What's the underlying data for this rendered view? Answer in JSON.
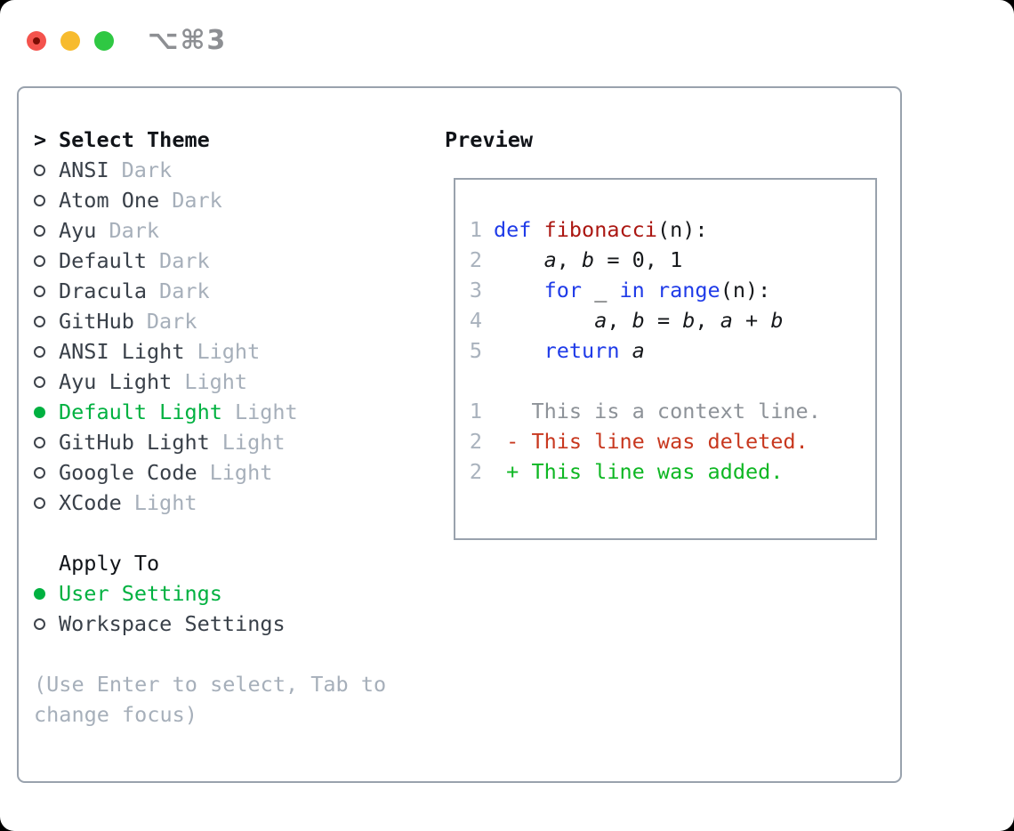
{
  "window": {
    "title": "⌥⌘3"
  },
  "colors": {
    "selected_green": "#00b140",
    "added_green": "#0eb723",
    "deleted_red": "#c8381f",
    "keyword_blue": "#1f3be8",
    "function_dark_red": "#ab1712",
    "muted_gray": "#a6afba",
    "panel_border": "#99a2ad",
    "traffic_red": "#f4534d",
    "traffic_yellow": "#f7bb2e",
    "traffic_green": "#2fc843"
  },
  "theme_panel": {
    "header": {
      "marker": ">",
      "label": "Select Theme"
    },
    "themes": [
      {
        "name": "ANSI",
        "variant": "Dark",
        "selected": false
      },
      {
        "name": "Atom One",
        "variant": "Dark",
        "selected": false
      },
      {
        "name": "Ayu",
        "variant": "Dark",
        "selected": false
      },
      {
        "name": "Default",
        "variant": "Dark",
        "selected": false
      },
      {
        "name": "Dracula",
        "variant": "Dark",
        "selected": false
      },
      {
        "name": "GitHub",
        "variant": "Dark",
        "selected": false
      },
      {
        "name": "ANSI Light",
        "variant": "Light",
        "selected": false
      },
      {
        "name": "Ayu Light",
        "variant": "Light",
        "selected": false
      },
      {
        "name": "Default Light",
        "variant": "Light",
        "selected": true
      },
      {
        "name": "GitHub Light",
        "variant": "Light",
        "selected": false
      },
      {
        "name": "Google Code",
        "variant": "Light",
        "selected": false
      },
      {
        "name": "XCode",
        "variant": "Light",
        "selected": false
      }
    ],
    "apply_to": {
      "label": "Apply To",
      "options": [
        {
          "label": "User Settings",
          "selected": true
        },
        {
          "label": "Workspace Settings",
          "selected": false
        }
      ]
    },
    "hint_lines": [
      "(Use Enter to select, Tab to",
      "change focus)"
    ]
  },
  "preview": {
    "title": "Preview",
    "lines": [
      {
        "num": "1",
        "seg": [
          {
            "t": "def",
            "c": "kw"
          },
          {
            "t": " ",
            "c": "pl"
          },
          {
            "t": "fibonacci",
            "c": "fn"
          },
          {
            "t": "(n):",
            "c": "pl"
          }
        ]
      },
      {
        "num": "2",
        "seg": [
          {
            "t": "    ",
            "c": "pl"
          },
          {
            "t": "a",
            "c": "pl",
            "i": true
          },
          {
            "t": ", ",
            "c": "pl"
          },
          {
            "t": "b",
            "c": "pl",
            "i": true
          },
          {
            "t": " = 0, 1",
            "c": "pl"
          }
        ]
      },
      {
        "num": "3",
        "seg": [
          {
            "t": "    ",
            "c": "pl"
          },
          {
            "t": "for",
            "c": "kw"
          },
          {
            "t": " _ ",
            "c": "pl"
          },
          {
            "t": "in",
            "c": "kw"
          },
          {
            "t": " ",
            "c": "pl"
          },
          {
            "t": "range",
            "c": "kw"
          },
          {
            "t": "(n):",
            "c": "pl"
          }
        ]
      },
      {
        "num": "4",
        "seg": [
          {
            "t": "        ",
            "c": "pl"
          },
          {
            "t": "a",
            "c": "pl",
            "i": true
          },
          {
            "t": ", ",
            "c": "pl"
          },
          {
            "t": "b",
            "c": "pl",
            "i": true
          },
          {
            "t": " = ",
            "c": "pl"
          },
          {
            "t": "b",
            "c": "pl",
            "i": true
          },
          {
            "t": ", ",
            "c": "pl"
          },
          {
            "t": "a",
            "c": "pl",
            "i": true
          },
          {
            "t": " + ",
            "c": "pl"
          },
          {
            "t": "b",
            "c": "pl",
            "i": true
          }
        ]
      },
      {
        "num": "5",
        "seg": [
          {
            "t": "    ",
            "c": "pl"
          },
          {
            "t": "return",
            "c": "kw"
          },
          {
            "t": " ",
            "c": "pl"
          },
          {
            "t": "a",
            "c": "pl",
            "i": true
          }
        ]
      },
      {
        "num": "",
        "seg": []
      },
      {
        "num": "1",
        "seg": [
          {
            "t": "   This is a context line.",
            "c": "ctx"
          }
        ]
      },
      {
        "num": "2",
        "seg": [
          {
            "t": " - This line was deleted.",
            "c": "del"
          }
        ]
      },
      {
        "num": "2",
        "seg": [
          {
            "t": " + This line was added.",
            "c": "add"
          }
        ]
      }
    ]
  }
}
